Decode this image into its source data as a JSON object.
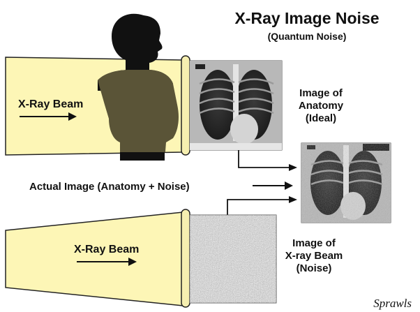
{
  "title": "X-Ray Image Noise",
  "subtitle": "(Quantum Noise)",
  "beam_top_label": "X-Ray Beam",
  "beam_bottom_label": "X-Ray Beam",
  "anatomy_label": [
    "Image of",
    "Anatomy",
    "(Ideal)"
  ],
  "actual_label": "Actual Image (Anatomy + Noise)",
  "noise_label": [
    "Image of",
    "X-ray Beam",
    "(Noise)"
  ],
  "signature": "Sprawls",
  "colors": {
    "beam": "#fdf6b6",
    "silhouette": "#111111",
    "overlap": "#5a5437",
    "frame": "#f6efb0"
  }
}
